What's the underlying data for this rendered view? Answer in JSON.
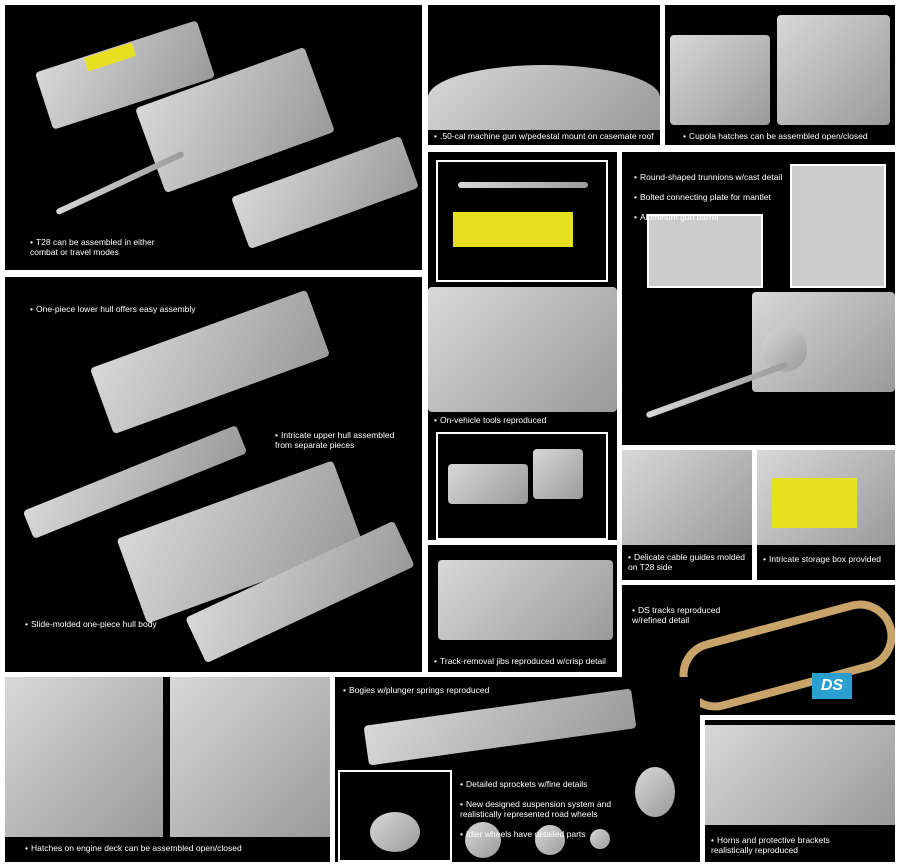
{
  "captions": {
    "travel_modes": "T28 can be assembled in either\ncombat or travel modes",
    "mg": ".50-cal machine gun w/pedestal mount on casemate roof",
    "cupola": "Cupola hatches can be assembled open/closed",
    "lower_hull": "One-piece lower hull offers easy assembly",
    "upper_hull": "Intricate upper hull assembled\nfrom separate pieces",
    "hull_body": "Slide-molded one-piece hull body",
    "tools": "On-vehicle tools reproduced",
    "trunnions": [
      "Round-shaped trunnions w/cast detail",
      "Bolted connecting plate for mantlet",
      "Aluminum gun barrel"
    ],
    "cable": "Delicate cable guides molded\non T28 side",
    "storage": "Intricate storage box provided",
    "jibs": "Track-removal jibs reproduced w/crisp detail",
    "tracks": "DS tracks reproduced\nw/refined detail",
    "hatches": "Hatches on engine deck can be assembled open/closed",
    "bogies": "Bogies w/plunger springs reproduced",
    "suspension": [
      "Detailed sprockets w/fine details",
      "New designed suspension system and\nrealistically represented road wheels",
      "Idler wheels have detailed parts"
    ],
    "horns": "Horns and protective brackets\nrealistically reproduced"
  },
  "logo": "DS"
}
